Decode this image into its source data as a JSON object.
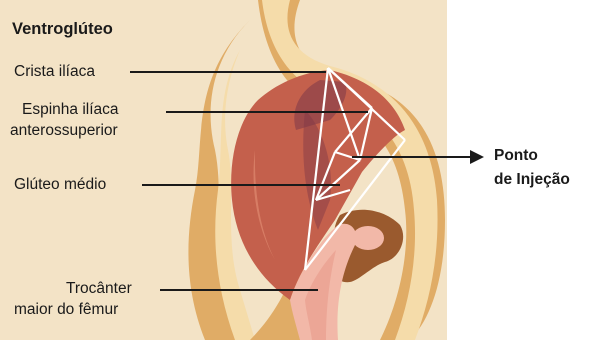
{
  "diagram": {
    "title": "Ventroglúteo",
    "labels": {
      "crista": "Crista ilíaca",
      "espinha_line1": "Espinha ilíaca",
      "espinha_line2": "anterossuperior",
      "gluteo": "Glúteo médio",
      "trocanter_line1": "Trocânter",
      "trocanter_line2": "maior do fêmur",
      "ponto_line1": "Ponto",
      "ponto_line2": "de Injeção"
    },
    "colors": {
      "panel_bg": "#f3e3c6",
      "skin_dark": "#e0ac66",
      "skin_light": "#f5dcaa",
      "muscle": "#c4604c",
      "muscle_dark": "#7e3848",
      "bone": "#f2b8a8",
      "joint_brown": "#9a5a2e",
      "leader": "#1a1a1a",
      "triangle": "#ffffff"
    }
  }
}
